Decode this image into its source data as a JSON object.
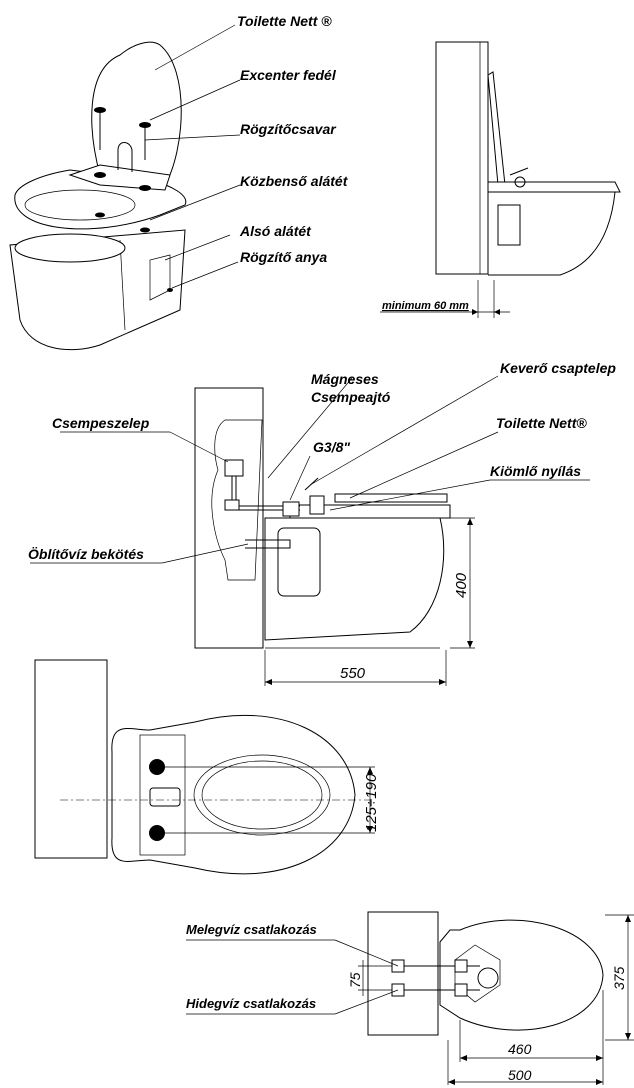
{
  "labels": {
    "toilette_nett": "Toilette Nett ®",
    "excenter_fedel": "Excenter fedél",
    "rogzitocsavar": "Rögzítőcsavar",
    "kozbenso_alatet": "Közbenső alátét",
    "also_alatet": "Alsó alátét",
    "rogzito_anya": "Rögzítő anya",
    "minimum": "minimum 60 mm",
    "magneses": "Mágneses",
    "csempeajto": "Csempeajtó",
    "kevero": "Keverő csaptelep",
    "csempeszelep": "Csempeszelep",
    "toilette_nett_2": "Toilette Nett®",
    "g38": "G3/8\"",
    "kiomlo": "Kiömlő nyílás",
    "oblitoviz": "Öblítővíz bekötés",
    "melegviz": "Melegvíz csatlakozás",
    "hidegviz": "Hidegvíz csatlakozás"
  },
  "dimensions": {
    "d400": "400",
    "d550": "550",
    "d125_190": "125÷190",
    "d75": "75",
    "d375": "375",
    "d460": "460",
    "d500": "500"
  }
}
